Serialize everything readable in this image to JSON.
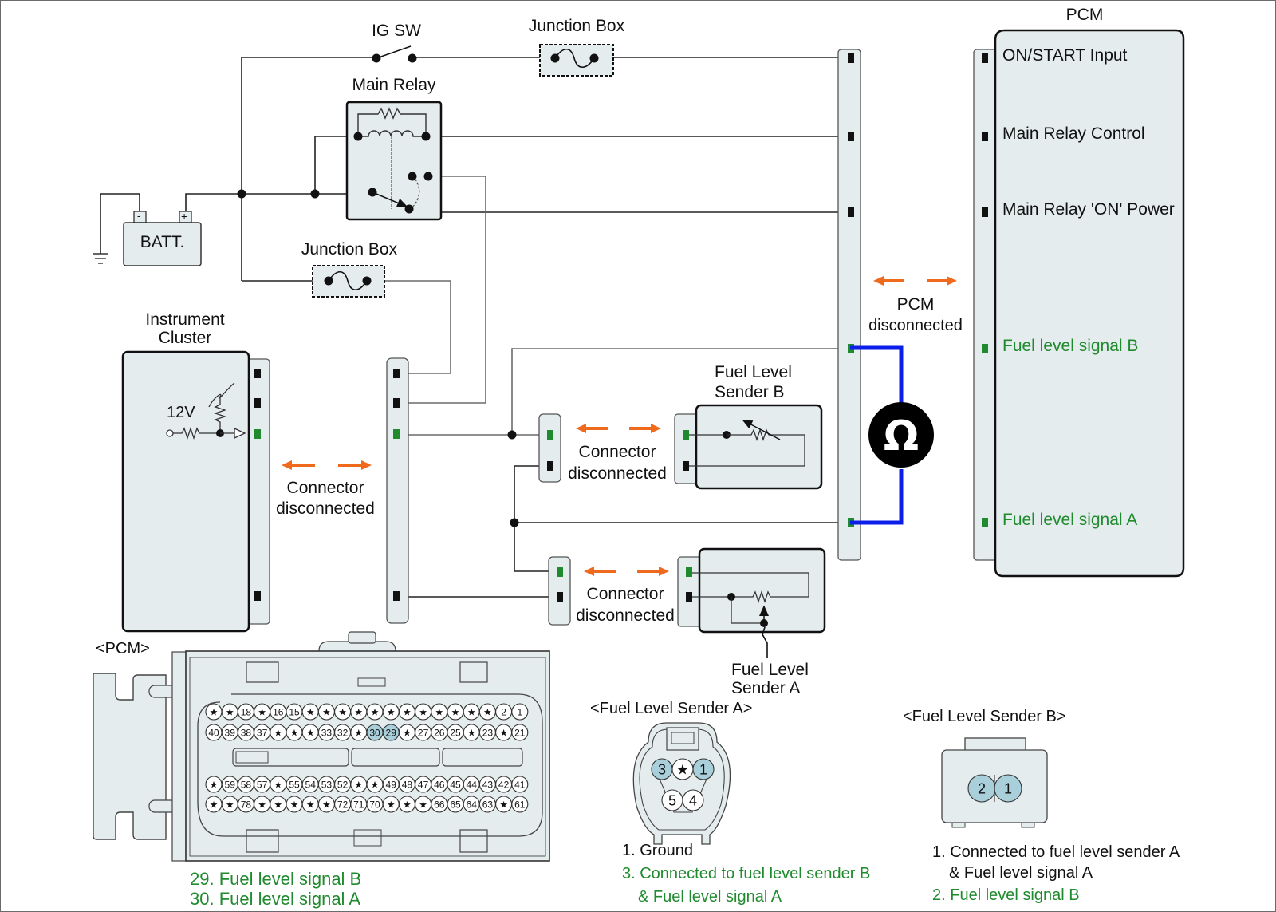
{
  "title": "Fuel Level Sender Circuit Inspection",
  "colors": {
    "wire": "#222222",
    "wire_gray": "#6b6b6b",
    "component_fill": "#e4ecee",
    "signal_green": "#1f8a2e",
    "arrow_orange": "#f06a1e",
    "meter_lead_blue": "#0a1ee8",
    "pin_highlight": "#a9cfda"
  },
  "components": {
    "ig_switch": "IG SW",
    "junction_box_top": "Junction Box",
    "main_relay": "Main Relay",
    "battery": "BATT.",
    "battery_neg": "-",
    "battery_pos": "+",
    "junction_box_mid": "Junction Box",
    "instrument_cluster": "Instrument\nCluster",
    "instrument_cluster_line1": "Instrument",
    "instrument_cluster_line2": "Cluster",
    "cluster_voltage": "12V",
    "fuel_sender_b_line1": "Fuel Level",
    "fuel_sender_b_line2": "Sender B",
    "fuel_sender_a_line1": "Fuel Level",
    "fuel_sender_a_line2": "Sender A",
    "pcm": "PCM",
    "ohmmeter_symbol": "Ω"
  },
  "pcm_pins": [
    {
      "label": "ON/START Input",
      "signal": false
    },
    {
      "label": "Main Relay Control",
      "signal": false
    },
    {
      "label": "Main Relay 'ON' Power",
      "signal": false
    },
    {
      "label": "Fuel level signal B",
      "signal": true
    },
    {
      "label": "Fuel level signal A",
      "signal": true
    }
  ],
  "disconnect_notes": {
    "cluster_line1": "Connector",
    "cluster_line2": "disconnected",
    "sender_b_line1": "Connector",
    "sender_b_line2": "disconnected",
    "sender_a_line1": "Connector",
    "sender_a_line2": "disconnected",
    "pcm_line1": "PCM",
    "pcm_line2": "disconnected"
  },
  "pcm_connector": {
    "title": "<PCM>",
    "rows": [
      [
        "*",
        "*",
        "18",
        "*",
        "16",
        "15",
        "*",
        "*",
        "*",
        "*",
        "*",
        "*",
        "*",
        "*",
        "*",
        "*",
        "*",
        "*",
        "2",
        "1"
      ],
      [
        "40",
        "39",
        "38",
        "37",
        "*",
        "*",
        "*",
        "33",
        "32",
        "*",
        "30",
        "29",
        "*",
        "27",
        "26",
        "25",
        "*",
        "23",
        "*",
        "21"
      ],
      [
        "*",
        "59",
        "58",
        "57",
        "*",
        "55",
        "54",
        "53",
        "52",
        "*",
        "*",
        "49",
        "48",
        "47",
        "46",
        "45",
        "44",
        "43",
        "42",
        "41"
      ],
      [
        "*",
        "*",
        "78",
        "*",
        "*",
        "*",
        "*",
        "*",
        "72",
        "71",
        "70",
        "*",
        "*",
        "*",
        "66",
        "65",
        "64",
        "63",
        "*",
        "61"
      ]
    ],
    "highlighted_pins": [
      "29",
      "30"
    ],
    "legend": [
      "29. Fuel level signal B",
      "30. Fuel level signal A"
    ]
  },
  "sender_a_connector": {
    "title": "<Fuel Level Sender A>",
    "top_row": [
      "3",
      "*",
      "1"
    ],
    "bottom_row": [
      "5",
      "4"
    ],
    "highlighted_pins": [
      "3",
      "1"
    ],
    "legend": [
      {
        "text": "1. Ground",
        "signal": false
      },
      {
        "text": "3. Connected to fuel level sender B",
        "signal": true
      },
      {
        "text": "& Fuel level signal A",
        "signal": true
      }
    ]
  },
  "sender_b_connector": {
    "title": "<Fuel Level Sender B>",
    "pins": [
      "2",
      "1"
    ],
    "highlighted_pins": [
      "2",
      "1"
    ],
    "legend": [
      {
        "text": "1. Connected to fuel level sender A",
        "signal": false
      },
      {
        "text": "& Fuel level signal A",
        "signal": false
      },
      {
        "text": "2. Fuel level signal B",
        "signal": true
      }
    ]
  }
}
